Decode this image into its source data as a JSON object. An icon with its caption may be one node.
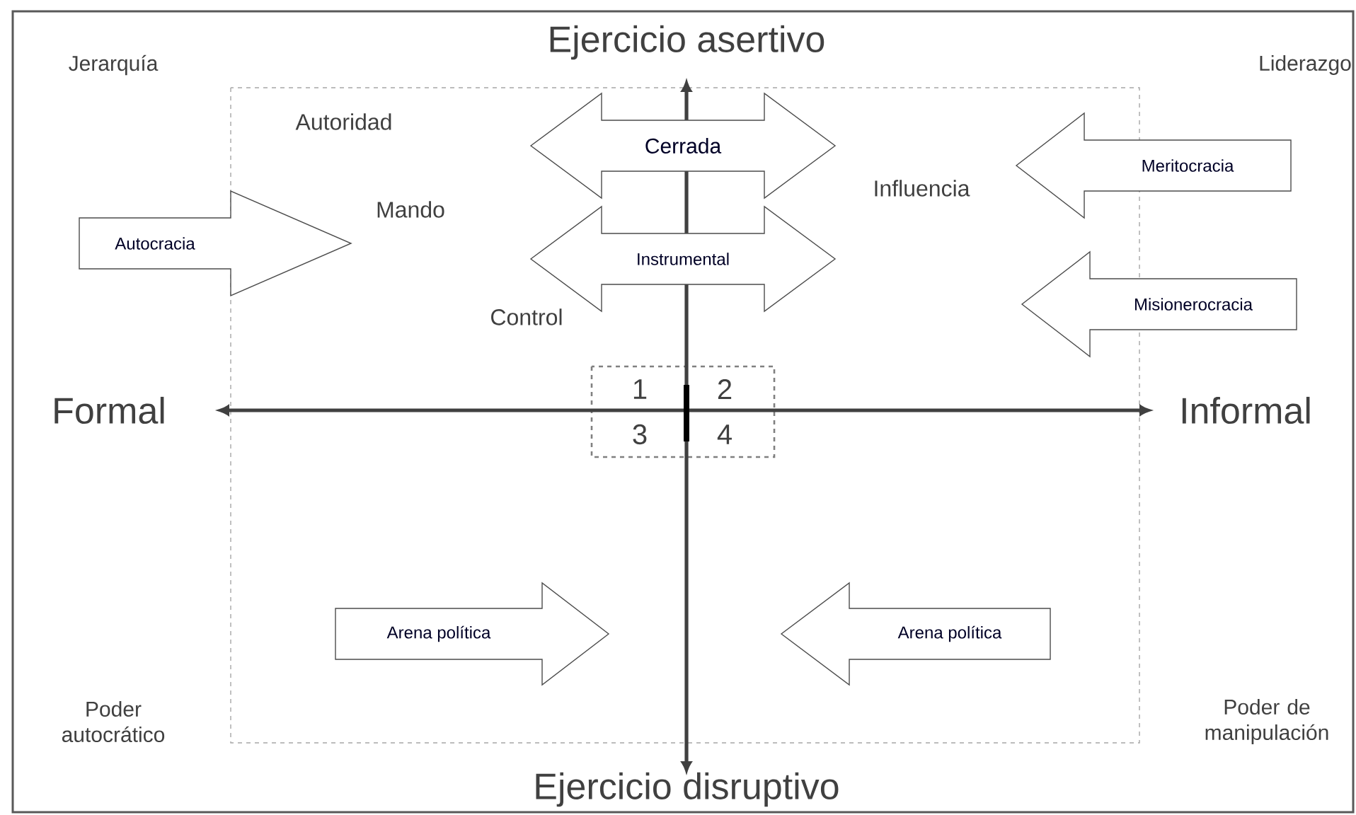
{
  "diagram": {
    "nodes": [
      {
        "text": [
          "Autocracia"
        ]
      },
      {
        "text": [
          "Cerrada"
        ]
      },
      {
        "text": [
          "Instrumental"
        ]
      },
      {
        "text": [
          "Meritocracia"
        ]
      },
      {
        "text": [
          "Misionerocracia"
        ]
      },
      {
        "text": [
          "Arena política"
        ]
      },
      {
        "text": [
          "Arena política"
        ]
      }
    ],
    "labels": [
      "Ejercicio asertivo",
      "Jerarquía",
      "Liderazgo",
      "Autoridad",
      "Mando",
      "Influencia",
      "Control",
      "Formal",
      "Informal",
      "1",
      "2",
      "3",
      "4",
      "Poder autocrático",
      "Poder de manipulación",
      "Ejercicio disruptivo"
    ]
  }
}
